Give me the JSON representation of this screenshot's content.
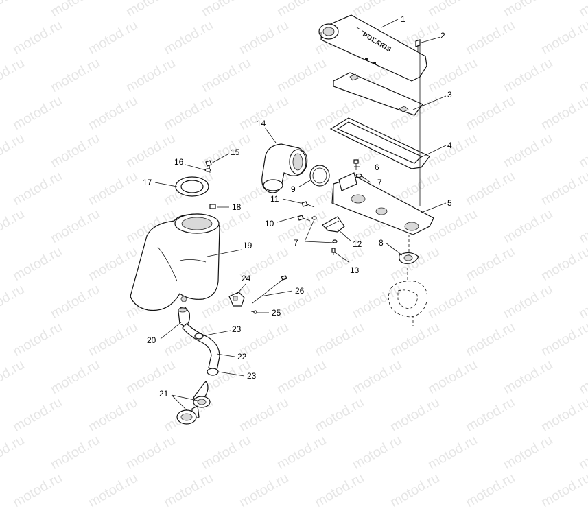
{
  "watermark": "motod.ru",
  "callouts": [
    {
      "id": "1",
      "label": "1"
    },
    {
      "id": "2",
      "label": "2"
    },
    {
      "id": "3",
      "label": "3"
    },
    {
      "id": "4",
      "label": "4"
    },
    {
      "id": "5",
      "label": "5"
    },
    {
      "id": "6",
      "label": "6"
    },
    {
      "id": "7a",
      "label": "7"
    },
    {
      "id": "7b",
      "label": "7"
    },
    {
      "id": "8",
      "label": "8"
    },
    {
      "id": "9",
      "label": "9"
    },
    {
      "id": "10",
      "label": "10"
    },
    {
      "id": "11",
      "label": "11"
    },
    {
      "id": "12",
      "label": "12"
    },
    {
      "id": "13",
      "label": "13"
    },
    {
      "id": "14",
      "label": "14"
    },
    {
      "id": "15",
      "label": "15"
    },
    {
      "id": "16",
      "label": "16"
    },
    {
      "id": "17",
      "label": "17"
    },
    {
      "id": "18",
      "label": "18"
    },
    {
      "id": "19",
      "label": "19"
    },
    {
      "id": "20",
      "label": "20"
    },
    {
      "id": "21",
      "label": "21"
    },
    {
      "id": "22",
      "label": "22"
    },
    {
      "id": "23a",
      "label": "23"
    },
    {
      "id": "23b",
      "label": "23"
    },
    {
      "id": "24",
      "label": "24"
    },
    {
      "id": "25",
      "label": "25"
    },
    {
      "id": "26",
      "label": "26"
    }
  ],
  "brand_lettering": "POLARIS"
}
